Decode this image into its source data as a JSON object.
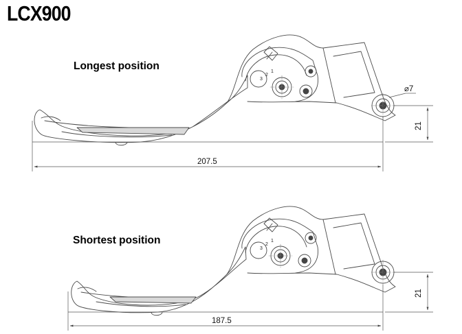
{
  "title": "LCX900",
  "views": [
    {
      "caption": "Longest position",
      "length": "207.5",
      "pivot_offset": "21",
      "hole_diameter": "⌀7",
      "adjust_marks": [
        "3",
        "2",
        "1"
      ]
    },
    {
      "caption": "Shortest position",
      "length": "187.5",
      "pivot_offset": "21",
      "adjust_marks": [
        "3",
        "2",
        "1"
      ]
    }
  ],
  "colors": {
    "line": "#4a4a4a",
    "dimension": "#555555",
    "background": "#ffffff"
  }
}
